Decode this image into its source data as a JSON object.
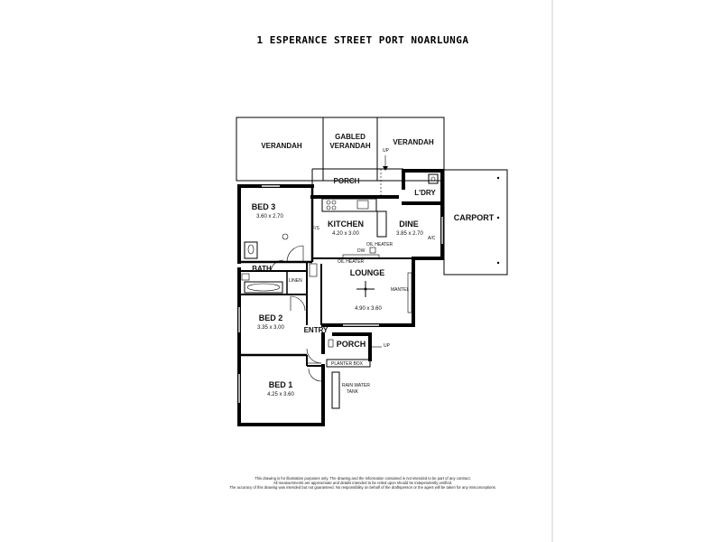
{
  "title": "1 ESPERANCE STREET PORT NOARLUNGA",
  "rooms": {
    "verandah_left": "VERANDAH",
    "gabled_verandah_1": "GABLED",
    "gabled_verandah_2": "VERANDAH",
    "verandah_right": "VERANDAH",
    "porch_top": "PORCH",
    "laundry": "L'DRY",
    "carport": "CARPORT",
    "bed3": "BED 3",
    "bed3_dim": "3.60 x 2.70",
    "kitchen": "KITCHEN",
    "kitchen_dim": "4.20 x 3.00",
    "dine": "DINE",
    "dine_dim": "3.85 x 2.70",
    "bath": "BATH",
    "linen": "LINEN",
    "lounge": "LOUNGE",
    "lounge_dim": "4.90 x 3.60",
    "mantel": "MANTEL",
    "bed2": "BED 2",
    "bed2_dim": "3.35 x 3.00",
    "entry": "ENTRY",
    "porch_front": "PORCH",
    "bed1": "BED 1",
    "bed1_dim": "4.25 x 3.60",
    "planter_box": "PLANTER BOX",
    "rain_water_1": "RAIN WATER",
    "rain_water_2": "TANK"
  },
  "labels": {
    "up_top": "UP",
    "up_front": "UP",
    "fs": "F/S",
    "ac": "A/C",
    "oil_heater_1": "OIL HEATER",
    "oil_heater_2": "OIL HEATER",
    "dw": "DW"
  },
  "disclaimer": {
    "line1": "This drawing is for illustration purposes only. The drawing and the information contained is not intended to be part of any contract.",
    "line2": "All measurements are approximate and details intended to be relied upon should be independently verified.",
    "line3": "The accuracy of this drawing was intended but not guaranteed. No responsibility on behalf of the draftsperson or the agent will be taken for any misconceptions."
  }
}
